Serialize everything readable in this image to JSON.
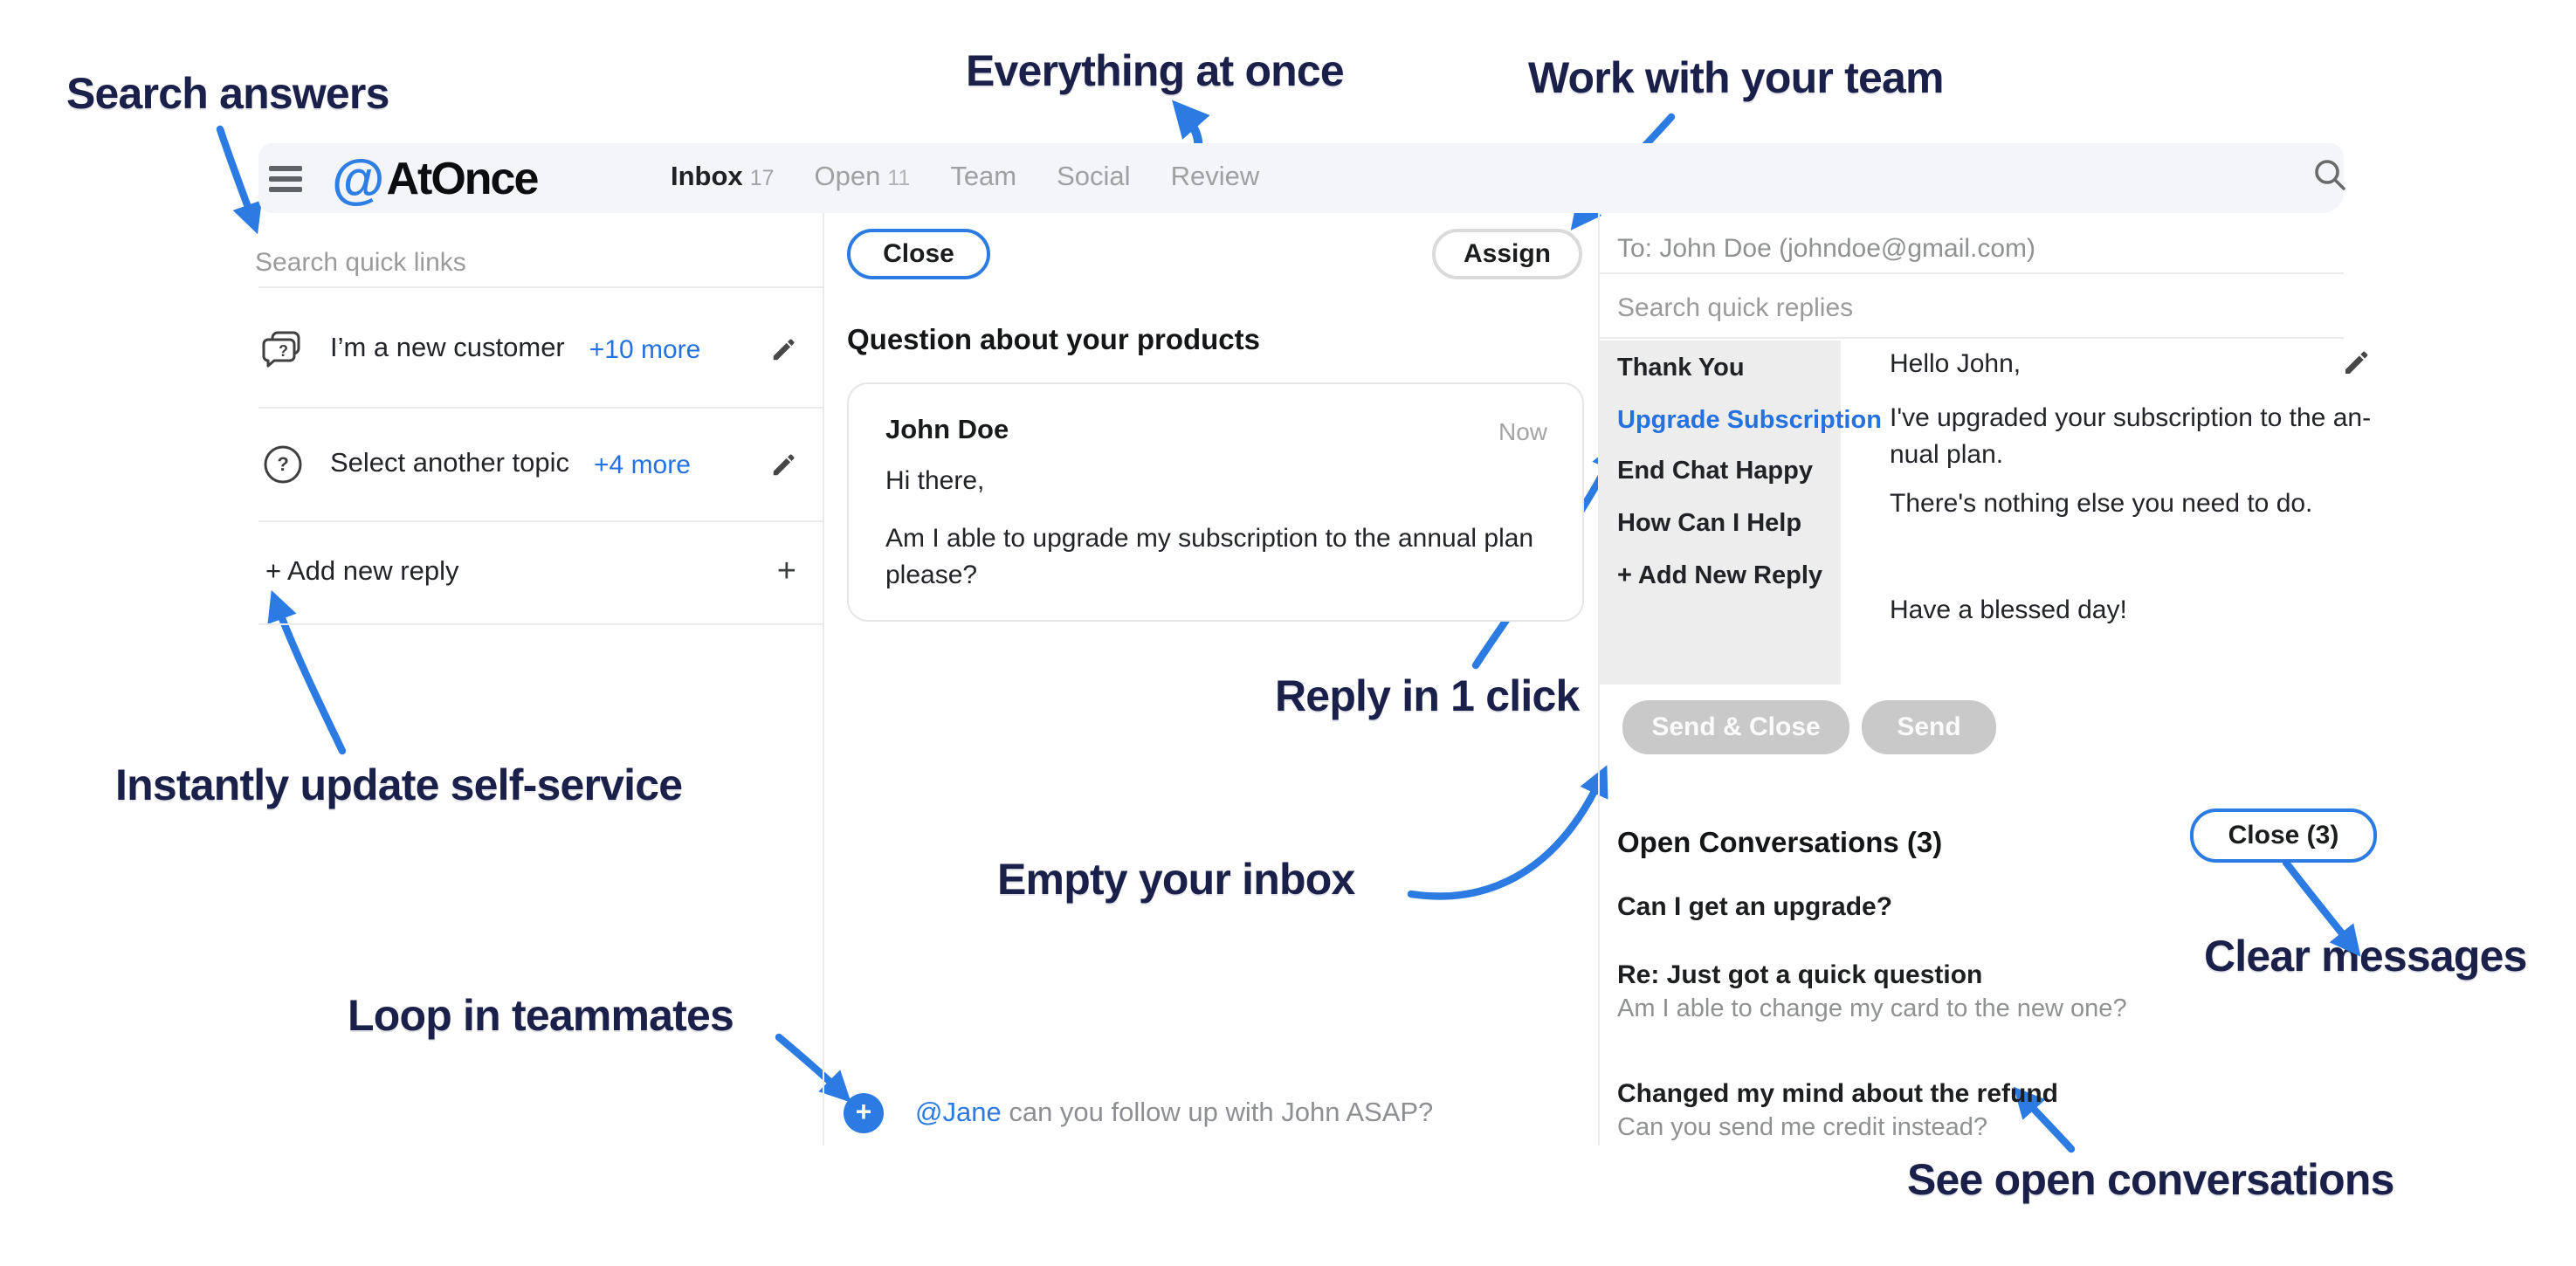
{
  "colors": {
    "accent_blue": "#2b7be3",
    "link_blue": "#2671e0",
    "annotation_navy": "#1a2049",
    "header_background": "#f3f5f9",
    "quick_reply_panel_gray": "#ededed",
    "disabled_button_gray": "#c9c9c9"
  },
  "annotations": {
    "search_answers": "Search answers",
    "everything_at_once": "Everything at once",
    "work_with_your_team": "Work with your team",
    "reply_in_1_click": "Reply in 1 click",
    "instantly_update": "Instantly update self-service",
    "empty_your_inbox": "Empty your inbox",
    "loop_in_teammates": "Loop in teammates",
    "clear_messages": "Clear messages",
    "see_open_conversations": "See open conversations"
  },
  "header": {
    "logo_at": "@",
    "logo_name": "AtOnce",
    "nav": [
      {
        "label": "Inbox",
        "count": "17"
      },
      {
        "label": "Open",
        "count": "11"
      },
      {
        "label": "Team",
        "count": ""
      },
      {
        "label": "Social",
        "count": ""
      },
      {
        "label": "Review",
        "count": ""
      }
    ]
  },
  "left_panel": {
    "search_placeholder": "Search quick links",
    "items": [
      {
        "label": "I’m a new customer",
        "more": "+10 more"
      },
      {
        "label": "Select another topic",
        "more": "+4 more"
      }
    ],
    "add_row": {
      "label": "+ Add new reply",
      "plus": "+"
    }
  },
  "thread": {
    "close_button": "Close",
    "assign_button": "Assign",
    "subject": "Question about your products",
    "message": {
      "sender": "John Doe",
      "time": "Now",
      "greeting": "Hi there,",
      "body": "Am I able to upgrade my subscription to the annual plan please?"
    },
    "note": {
      "plus": "+",
      "mention": "@Jane",
      "text": " can you follow up with John ASAP?"
    }
  },
  "reply_panel": {
    "to": "To: John Doe (johndoe@gmail.com)",
    "search_placeholder": "Search quick replies",
    "quick_replies": [
      "Thank You",
      "Upgrade Subscription",
      "End Chat Happy",
      "How Can I Help",
      "+ Add New Reply"
    ],
    "selected_quick_reply": "Upgrade Subscription",
    "compose": {
      "lines": [
        "Hello John,",
        "I've upgraded your subscription to the an-",
        "nual plan.",
        "There's nothing else you need to do.",
        "Have a blessed day!"
      ]
    },
    "send_and_close_button": "Send & Close",
    "send_button": "Send"
  },
  "open_conversations": {
    "title": "Open Conversations (3)",
    "close_button": "Close (3)",
    "items": [
      {
        "title": "Can I get an upgrade?",
        "preview": ""
      },
      {
        "title": "Re: Just got a quick question",
        "preview": "Am I able to change my card to the new one?"
      },
      {
        "title": "Changed my mind about the refund",
        "preview": "Can you send me credit instead?"
      }
    ]
  }
}
